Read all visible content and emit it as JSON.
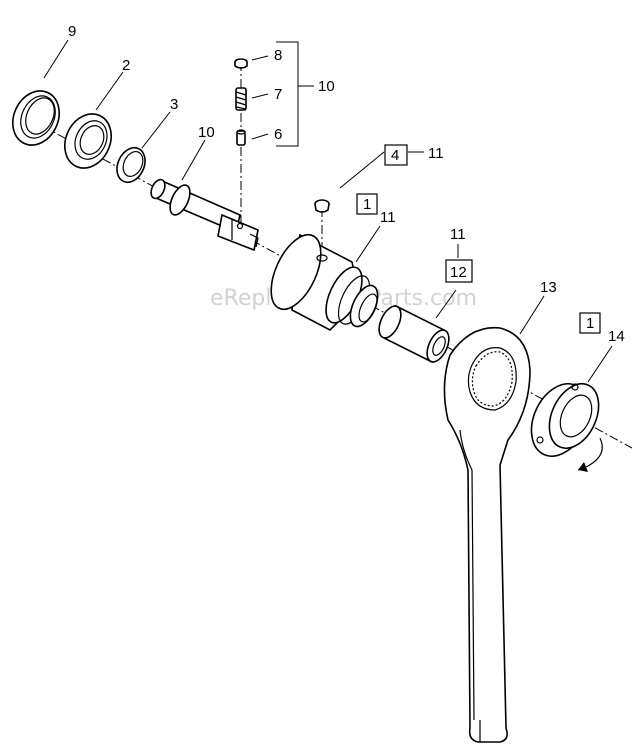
{
  "watermark": "eReplacementParts.com",
  "labels": {
    "p9": "9",
    "p2": "2",
    "p3": "3",
    "p10a": "10",
    "p8": "8",
    "p7": "7",
    "p6": "6",
    "p10b": "10",
    "p4": "4",
    "p11a": "11",
    "p1a": "1",
    "p11b": "11",
    "p11c": "11",
    "p12": "12",
    "p13": "13",
    "p1b": "1",
    "p14": "14"
  }
}
